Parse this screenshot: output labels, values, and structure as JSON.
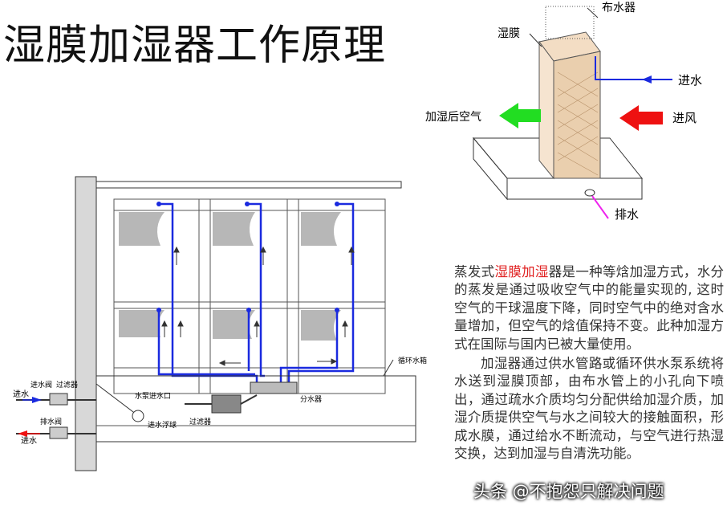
{
  "title": "湿膜加湿器工作原理",
  "top_diagram": {
    "label_distributor": "布水器",
    "label_film": "湿膜",
    "label_water_in": "进水",
    "label_air_out": "加湿后空气",
    "label_air_in": "进风",
    "label_drain": "排水",
    "arrow_out_color": "#22dd22",
    "arrow_in_color": "#ee1111",
    "water_line_color": "#1a2adf",
    "drain_color": "#ee22ee"
  },
  "system_diagram": {
    "label_inlet": "进水",
    "label_outlet": "进水",
    "label_valve_top": "进水阀",
    "label_filter_top": "过滤器",
    "label_valve_bottom": "排水阀",
    "label_pump": "水泵进水口",
    "label_float": "进水浮球",
    "label_filter_bottom": "过滤器",
    "label_splitter": "分水器",
    "label_tank": "循环水箱",
    "pipe_color": "#1a2adf"
  },
  "description": {
    "p1_before": "蒸发式",
    "p1_highlight": "湿膜加湿",
    "p1_after": "器是一种等焓加湿方式，水分的蒸发是通过吸收空气中的能量实现的, 这时空气的干球温度下降，同时空气中的绝对含水量增加，但空气的焓值保持不变。此种加湿方式在国际与国内已被大量使用。",
    "p2": "加湿器通过供水管路或循环供水泵系统将水送到湿膜顶部，由布水管上的小孔向下喷出，通过疏水介质均匀分配供给加湿介质，加湿介质提供空气与水之间较大的接触面积，形成水膜，通过给水不断流动，与空气进行热湿交换，达到加湿与自清洗功能。"
  },
  "watermark": "头条 @不抱怨只解决问题"
}
